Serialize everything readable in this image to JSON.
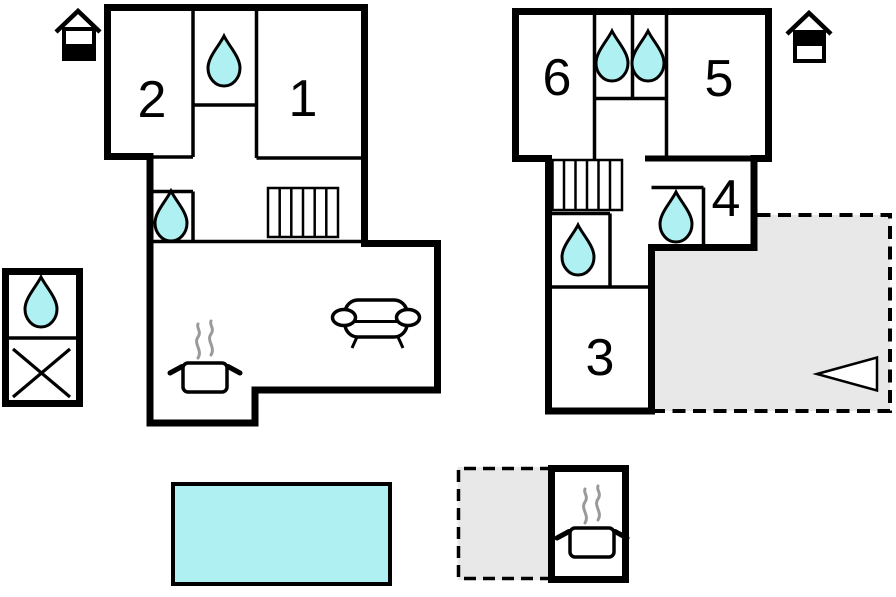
{
  "colors": {
    "water": "#aff0f2",
    "terrace": "#e8e8e8",
    "wall": "#000000",
    "steam": "#9a9a9a",
    "background": "#ffffff"
  },
  "rooms": [
    {
      "label": "1"
    },
    {
      "label": "2"
    },
    {
      "label": "3"
    },
    {
      "label": "4"
    },
    {
      "label": "5"
    },
    {
      "label": "6"
    }
  ],
  "icons": {
    "water_drop": "water-drop-icon",
    "stairs": "stairs-icon",
    "sofa": "sofa-icon",
    "cooking_pot": "cooking-pot-steam-icon",
    "house_orientation": "house-entrance-icon",
    "terrace_arrow": "left-arrow-icon",
    "crossed_box": "crossed-square-icon",
    "pool": "swimming-pool",
    "terrace": "terrace-area"
  }
}
